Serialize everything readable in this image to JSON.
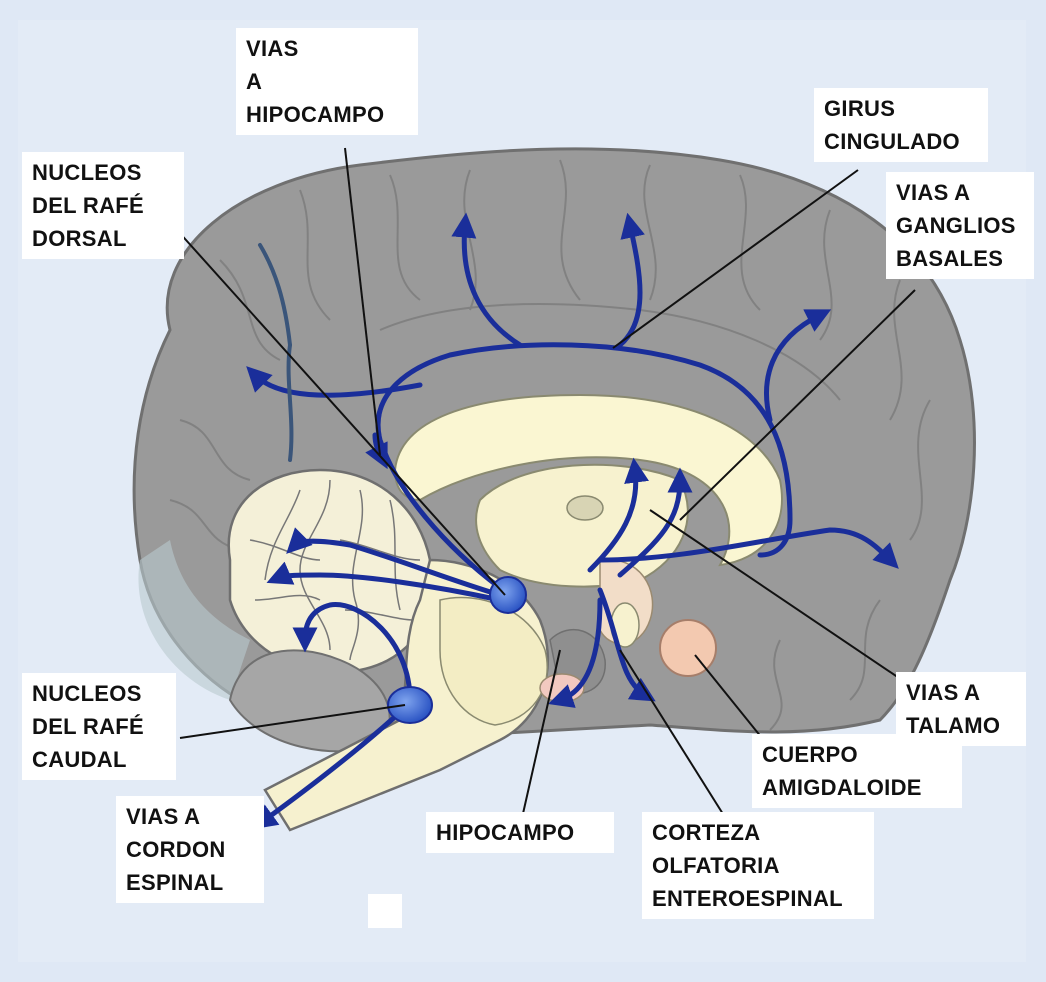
{
  "diagram": {
    "labels": {
      "vias_hipocampo": "VIAS\nA\nHIPOCAMPO",
      "nucleos_dorsal": "NUCLEOS\nDEL RAFÉ\nDORSAL",
      "girus_cingulado": "GIRUS\nCINGULADO",
      "vias_ganglios": "VIAS A\nGANGLIOS\nBASALES",
      "nucleos_caudal": "NUCLEOS\nDEL RAFÉ\nCAUDAL",
      "vias_talamo": "VIAS A\nTALAMO",
      "cuerpo_amigdaloide": "CUERPO\nAMIGDALOIDE",
      "vias_cordon": "VIAS A\nCORDON\nESPINAL",
      "hipocampo": "HIPOCAMPO",
      "corteza_olfatoria": "CORTEZA\nOLFATORIA\nENTEROESPINAL"
    },
    "colors": {
      "cortex": "#9a9a9a",
      "cortex_outline": "#707070",
      "cerebellum": "#f4f0d8",
      "brainstem": "#f6f1cf",
      "corpus_callosum": "#faf6d2",
      "amygdala": "#f3c9b0",
      "pathway": "#1a2e9a",
      "nucleus": "#3f6fd6"
    }
  }
}
